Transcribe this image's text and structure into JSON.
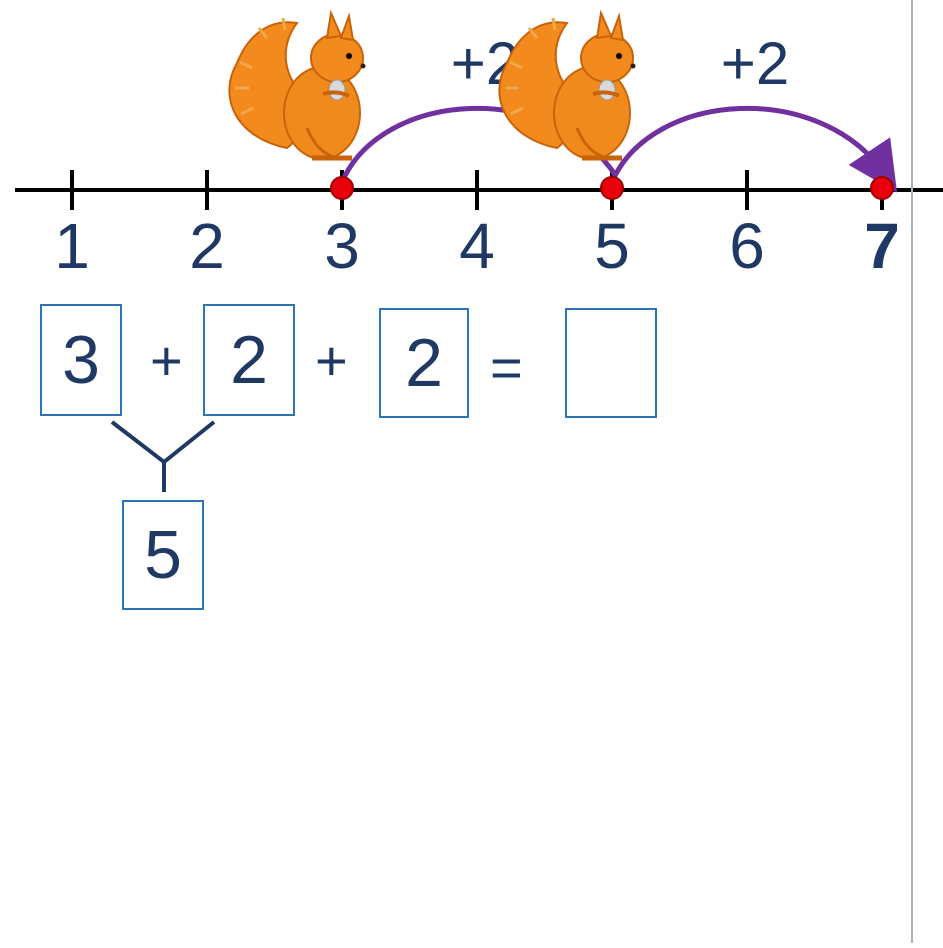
{
  "number_line": {
    "ticks": [
      "1",
      "2",
      "3",
      "4",
      "5",
      "6",
      "7"
    ],
    "marked_points": [
      "3",
      "5",
      "7"
    ],
    "hops": [
      {
        "from": "3",
        "to": "5",
        "label": "+2"
      },
      {
        "from": "5",
        "to": "7",
        "label": "+2"
      }
    ]
  },
  "equation": {
    "term1": "3",
    "op1": "+",
    "term2": "2",
    "op2": "+",
    "term3": "2",
    "equals": "=",
    "answer": "",
    "partial_sum": "5"
  },
  "colors": {
    "line": "#000000",
    "text": "#1f3864",
    "point": "#e8000b",
    "arrow": "#7030a0",
    "box_border": "#2e75b6",
    "squirrel": "#f28a1e"
  },
  "icons": [
    "squirrel-icon",
    "squirrel-icon"
  ]
}
